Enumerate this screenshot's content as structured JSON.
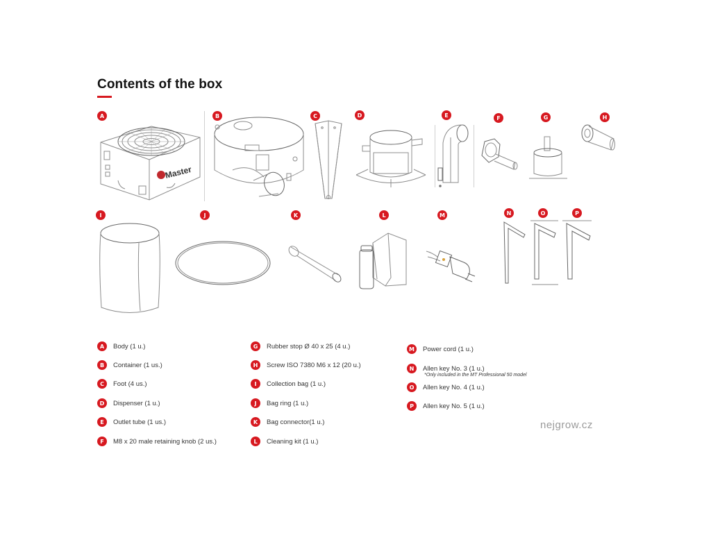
{
  "title": "Contents of the box",
  "accent_color": "#d71920",
  "letters": [
    "A",
    "B",
    "C",
    "D",
    "E",
    "F",
    "G",
    "H",
    "I",
    "J",
    "K",
    "L",
    "M",
    "N",
    "O",
    "P"
  ],
  "product_brand_text": "Master",
  "items": [
    {
      "letter": "A",
      "text": "Body (1 u.)"
    },
    {
      "letter": "B",
      "text": "Container (1 us.)"
    },
    {
      "letter": "C",
      "text": "Foot (4 us.)"
    },
    {
      "letter": "D",
      "text": "Dispenser (1 u.)"
    },
    {
      "letter": "E",
      "text": "Outlet tube (1 us.)"
    },
    {
      "letter": "F",
      "text": "M8 x 20 male retaining knob (2 us.)"
    },
    {
      "letter": "G",
      "text": "Rubber stop Ø 40 x 25 (4 u.)"
    },
    {
      "letter": "H",
      "text": "Screw ISO 7380 M6 x 12 (20 u.)"
    },
    {
      "letter": "I",
      "text": "Collection bag  (1 u.)"
    },
    {
      "letter": "J",
      "text": "Bag ring (1 u.)"
    },
    {
      "letter": "K",
      "text": "Bag connector(1 u.)"
    },
    {
      "letter": "L",
      "text": "Cleaning kit (1 u.)"
    },
    {
      "letter": "M",
      "text": "Power cord (1 u.)"
    },
    {
      "letter": "N",
      "text": "Allen key No. 3 (1 u.)"
    },
    {
      "letter": "O",
      "text": "Allen key No. 4  (1 u.)"
    },
    {
      "letter": "P",
      "text": "Allen key No. 5 (1 u.)"
    }
  ],
  "note_n": "*Only included in the MT Professional  50 model",
  "watermark": "nejgrow.cz"
}
